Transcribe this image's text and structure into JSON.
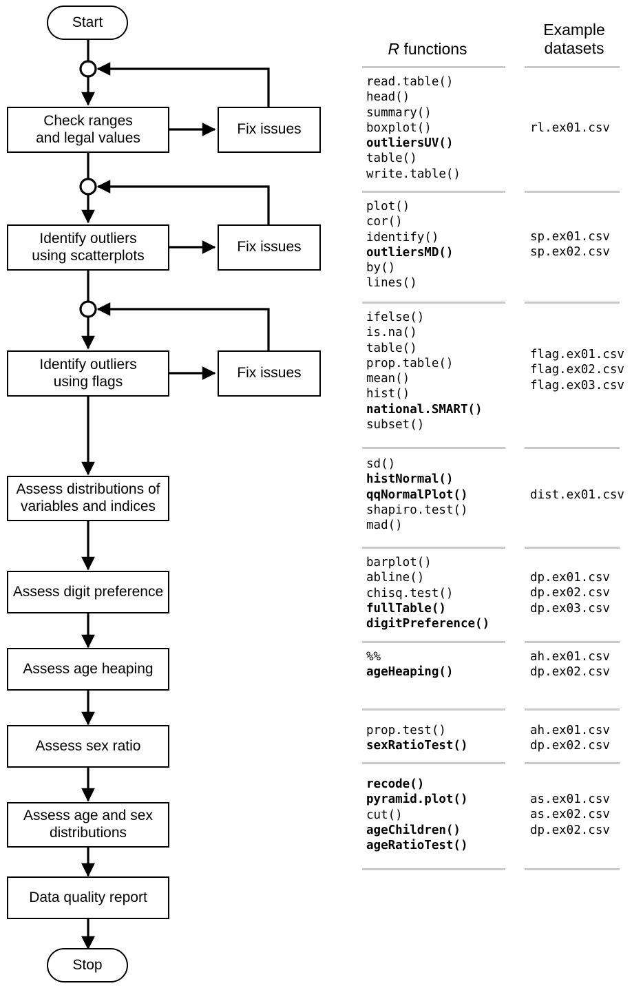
{
  "flowchart": {
    "start_label": "Start",
    "stop_label": "Stop",
    "fix_label": "Fix issues",
    "steps": [
      {
        "id": "check-ranges",
        "label": "Check ranges\nand legal values",
        "has_fix": true
      },
      {
        "id": "identify-outliers-scatterplots",
        "label": "Identify outliers\nusing scatterplots",
        "has_fix": true
      },
      {
        "id": "identify-outliers-flags",
        "label": "Identify outliers\nusing flags",
        "has_fix": true
      },
      {
        "id": "assess-distributions",
        "label": "Assess distributions of\nvariables and indices",
        "has_fix": false
      },
      {
        "id": "assess-digit-preference",
        "label": "Assess digit preference",
        "has_fix": false
      },
      {
        "id": "assess-age-heaping",
        "label": "Assess age heaping",
        "has_fix": false
      },
      {
        "id": "assess-sex-ratio",
        "label": "Assess sex ratio",
        "has_fix": false
      },
      {
        "id": "assess-age-sex-distributions",
        "label": "Assess age and sex\ndistributions",
        "has_fix": false
      },
      {
        "id": "data-quality-report",
        "label": "Data quality report",
        "has_fix": false
      }
    ]
  },
  "table": {
    "header_functions_prefix": "R",
    "header_functions_rest": " functions",
    "header_datasets": "Example\ndatasets",
    "sections": [
      {
        "functions": [
          "read.table()",
          "head()",
          "summary()",
          "boxplot()",
          "outliersUV()",
          "table()",
          "write.table()"
        ],
        "bold": [
          "outliersUV()"
        ],
        "datasets": [
          "rl.ex01.csv"
        ]
      },
      {
        "functions": [
          "plot()",
          "cor()",
          "identify()",
          "outliersMD()",
          "by()",
          "lines()"
        ],
        "bold": [
          "outliersMD()"
        ],
        "datasets": [
          "sp.ex01.csv",
          "sp.ex02.csv"
        ]
      },
      {
        "functions": [
          "ifelse()",
          "is.na()",
          "table()",
          "prop.table()",
          "mean()",
          "hist()",
          "national.SMART()",
          "subset()"
        ],
        "bold": [
          "national.SMART()"
        ],
        "datasets": [
          "flag.ex01.csv",
          "flag.ex02.csv",
          "flag.ex03.csv"
        ]
      },
      {
        "functions": [
          "sd()",
          "histNormal()",
          "qqNormalPlot()",
          "shapiro.test()",
          "mad()"
        ],
        "bold": [
          "histNormal()",
          "qqNormalPlot()"
        ],
        "datasets": [
          "dist.ex01.csv"
        ]
      },
      {
        "functions": [
          "barplot()",
          "abline()",
          "chisq.test()",
          "fullTable()",
          "digitPreference()"
        ],
        "bold": [
          "fullTable()",
          "digitPreference()"
        ],
        "datasets": [
          "dp.ex01.csv",
          "dp.ex02.csv",
          "dp.ex03.csv"
        ]
      },
      {
        "functions": [
          "%%",
          "ageHeaping()"
        ],
        "bold": [
          "ageHeaping()"
        ],
        "datasets": [
          "ah.ex01.csv",
          "dp.ex02.csv"
        ]
      },
      {
        "functions": [
          "prop.test()",
          "sexRatioTest()"
        ],
        "bold": [
          "sexRatioTest()"
        ],
        "datasets": [
          "ah.ex01.csv",
          "dp.ex02.csv"
        ]
      },
      {
        "functions": [
          "recode()",
          "pyramid.plot()",
          "cut()",
          "ageChildren()",
          "ageRatioTest()"
        ],
        "bold": [
          "recode()",
          "pyramid.plot()",
          "ageChildren()",
          "ageRatioTest()"
        ],
        "datasets": [
          "as.ex01.csv",
          "as.ex02.csv",
          "dp.ex02.csv"
        ]
      }
    ]
  },
  "colors": {
    "stroke": "#000000",
    "rule": "#c9c9c9",
    "background": "#ffffff"
  }
}
